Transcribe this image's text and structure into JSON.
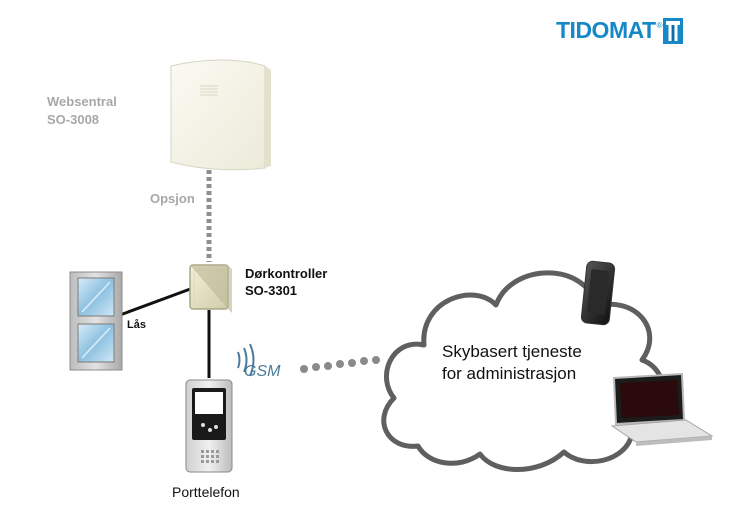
{
  "logo": {
    "text": "TIDOMAT",
    "reg": "®",
    "color": "#1688c8"
  },
  "labels": {
    "websentral_line1": "Websentral",
    "websentral_line2": "SO-3008",
    "opsjon": "Opsjon",
    "dorkontroller_line1": "Dørkontroller",
    "dorkontroller_line2": "SO-3301",
    "las": "Lås",
    "gsm": "GSM",
    "cloud_line1": "Skybasert tjeneste",
    "cloud_line2": "for administrasjon",
    "porttelefon": "Porttelefon"
  },
  "devices": {
    "websentral": "server-box-icon",
    "door_controller": "controller-box-icon",
    "door": "glass-door-icon",
    "intercom": "intercom-icon",
    "phone": "smartphone-icon",
    "laptop": "laptop-icon",
    "cloud": "cloud-icon"
  }
}
